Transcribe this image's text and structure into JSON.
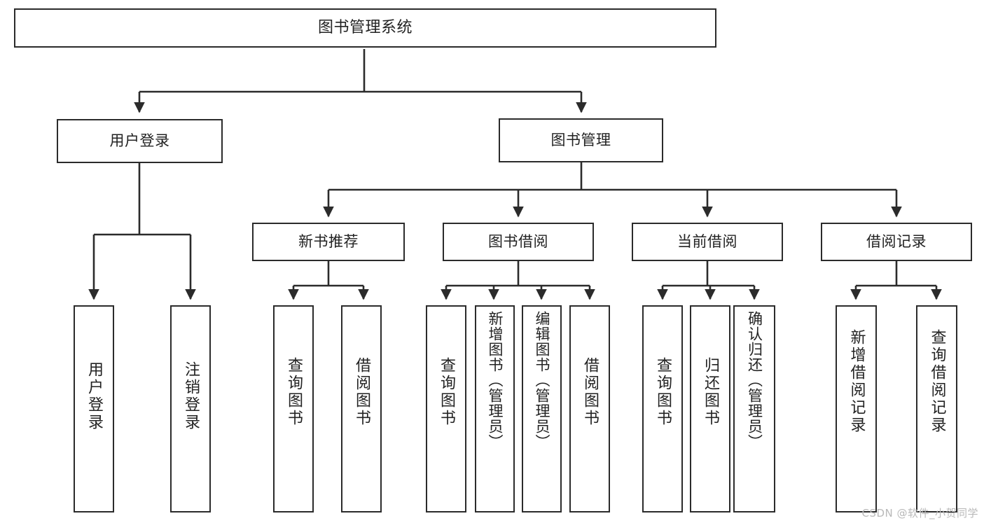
{
  "diagram": {
    "title": "图书管理系统",
    "stroke_color": "#2b2b2b",
    "background_color": "#ffffff",
    "text_color": "#222222",
    "watermark": "CSDN @软件_小贺同学",
    "levels": {
      "level1": [
        {
          "id": "root",
          "label": "图书管理系统"
        }
      ],
      "level2": [
        {
          "id": "user-login",
          "label": "用户登录"
        },
        {
          "id": "book-manage",
          "label": "图书管理"
        }
      ],
      "level3": [
        {
          "id": "new-book-recommend",
          "label": "新书推荐"
        },
        {
          "id": "book-borrow",
          "label": "图书借阅"
        },
        {
          "id": "current-borrow",
          "label": "当前借阅"
        },
        {
          "id": "borrow-record",
          "label": "借阅记录"
        }
      ],
      "level4": [
        {
          "id": "leaf-user-login",
          "parent": "user-login",
          "label": "用户登录"
        },
        {
          "id": "leaf-user-logout",
          "parent": "user-login",
          "label": "注销登录"
        },
        {
          "id": "leaf-query-book-1",
          "parent": "new-book-recommend",
          "label": "查询图书"
        },
        {
          "id": "leaf-borrow-book-1",
          "parent": "new-book-recommend",
          "label": "借阅图书"
        },
        {
          "id": "leaf-query-book-2",
          "parent": "book-borrow",
          "label": "查询图书"
        },
        {
          "id": "leaf-add-book",
          "parent": "book-borrow",
          "label": "新增图书（管理员）"
        },
        {
          "id": "leaf-edit-book",
          "parent": "book-borrow",
          "label": "编辑图书（管理员）"
        },
        {
          "id": "leaf-borrow-book-2",
          "parent": "book-borrow",
          "label": "借阅图书"
        },
        {
          "id": "leaf-query-book-3",
          "parent": "current-borrow",
          "label": "查询图书"
        },
        {
          "id": "leaf-return-book",
          "parent": "current-borrow",
          "label": "归还图书"
        },
        {
          "id": "leaf-confirm-return",
          "parent": "current-borrow",
          "label": "确认归还（管理员）"
        },
        {
          "id": "leaf-add-record",
          "parent": "borrow-record",
          "label": "新增借阅记录"
        },
        {
          "id": "leaf-query-record",
          "parent": "borrow-record",
          "label": "查询借阅记录"
        }
      ]
    }
  }
}
